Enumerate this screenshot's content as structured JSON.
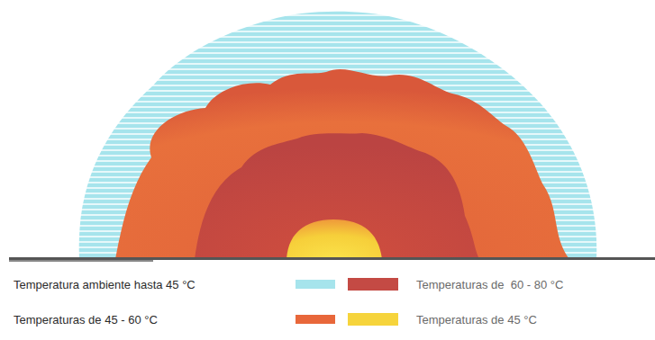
{
  "diagram": {
    "legend": [
      {
        "text": "Temperatura ambiente hasta 45 °C",
        "color": "#a6e4ec"
      },
      {
        "text": "Temperaturas de  60 - 80 °C",
        "color": "#c44a44"
      },
      {
        "text": "Temperaturas de 45 - 60 °C",
        "color": "#e8673a"
      },
      {
        "text": "Temperaturas de 45 °C",
        "color": "#f6d43c"
      }
    ]
  }
}
